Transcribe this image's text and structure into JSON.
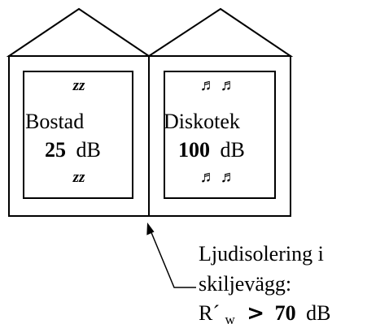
{
  "left_room": {
    "snore_top": "zz",
    "name": "Bostad",
    "level_value": "25",
    "level_unit": "dB",
    "snore_bottom": "zz"
  },
  "right_room": {
    "notes_top": "♬ ♬",
    "name": "Diskotek",
    "level_value": "100",
    "level_unit": "dB",
    "notes_bottom": "♬ ♬"
  },
  "annotation": {
    "line1": "Ljudisolering i",
    "line2": "skiljevägg:",
    "r_symbol": "R´",
    "r_subscript": "w",
    "comparator": ">",
    "value": "70",
    "unit": "dB"
  },
  "icons": {
    "snore": "zz-sleep-icon",
    "music": "music-notes-icon"
  }
}
